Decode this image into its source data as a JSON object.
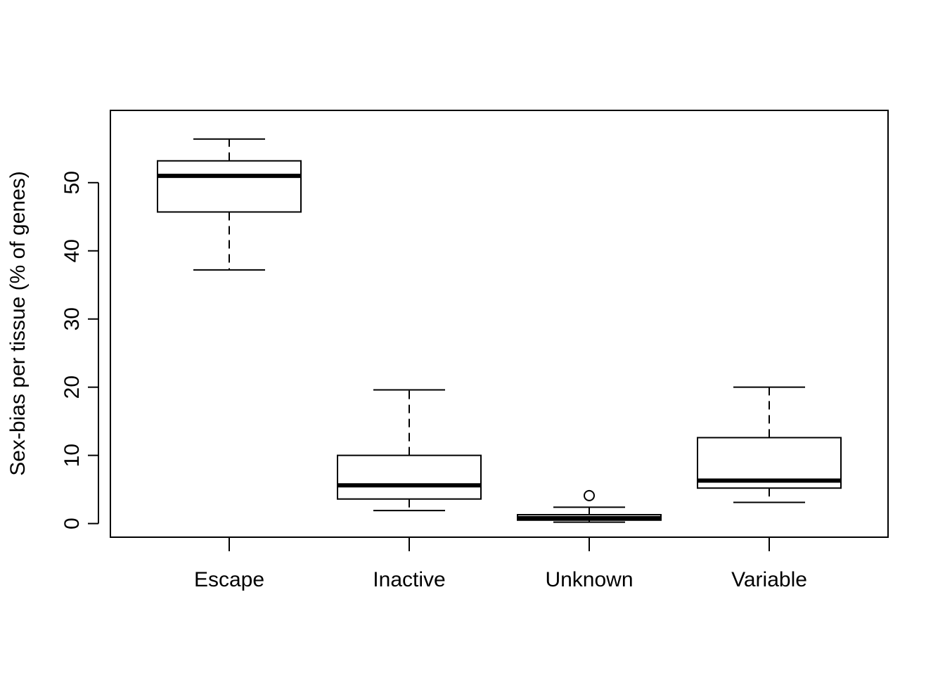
{
  "chart_data": {
    "type": "boxplot",
    "title": "",
    "xlabel": "",
    "ylabel": "Sex-bias per tissue (% of genes)",
    "ylim": [
      -2,
      60.6
    ],
    "yticks": [
      "0",
      "10",
      "20",
      "30",
      "40",
      "50"
    ],
    "grid": false,
    "categories": [
      "Escape",
      "Inactive",
      "Unknown",
      "Variable"
    ],
    "boxes": [
      {
        "category": "Escape",
        "whisker_low": 37.2,
        "q1": 45.7,
        "median": 51.0,
        "q3": 53.2,
        "whisker_high": 56.4,
        "outliers": []
      },
      {
        "category": "Inactive",
        "whisker_low": 1.9,
        "q1": 3.6,
        "median": 5.6,
        "q3": 10.0,
        "whisker_high": 19.6,
        "outliers": []
      },
      {
        "category": "Unknown",
        "whisker_low": 0.2,
        "q1": 0.5,
        "median": 0.8,
        "q3": 1.3,
        "whisker_high": 2.4,
        "outliers": [
          4.1
        ]
      },
      {
        "category": "Variable",
        "whisker_low": 3.1,
        "q1": 5.2,
        "median": 6.3,
        "q3": 12.6,
        "whisker_high": 20.0,
        "outliers": []
      }
    ]
  }
}
